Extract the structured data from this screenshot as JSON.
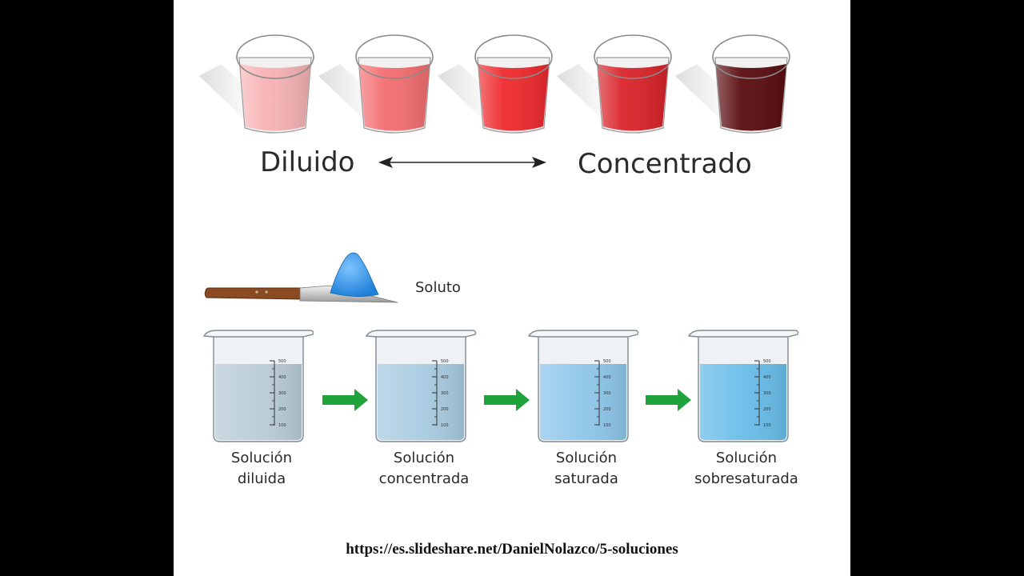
{
  "colors": {
    "page_background": "#000000",
    "slide_background": "#ffffff",
    "arrow_green": "#1fa33a",
    "solute_blue": "#1d7fd6",
    "spatula_handle": "#8a4a22"
  },
  "concentration_scale": {
    "left_label": "Diluido",
    "right_label": "Concentrado",
    "glasses": [
      {
        "name": "glass-1",
        "color": "#f7b3b5"
      },
      {
        "name": "glass-2",
        "color": "#f46e70"
      },
      {
        "name": "glass-3",
        "color": "#ee2a2e"
      },
      {
        "name": "glass-4",
        "color": "#d9232a"
      },
      {
        "name": "glass-5",
        "color": "#5a0d10"
      }
    ]
  },
  "solute": {
    "label": "Soluto"
  },
  "beakers": [
    {
      "line1": "Solución",
      "line2": "diluida",
      "color": "#b9ccd6"
    },
    {
      "line1": "Solución",
      "line2": "concentrada",
      "color": "#a8cbe0"
    },
    {
      "line1": "Solución",
      "line2": "saturada",
      "color": "#8ec6ea"
    },
    {
      "line1": "Solución",
      "line2": "sobresaturada",
      "color": "#69bde9"
    }
  ],
  "beaker_scale_marks": [
    "500",
    "400",
    "300",
    "200",
    "100"
  ],
  "source_url": "https://es.slideshare.net/DanielNolazco/5-soluciones"
}
